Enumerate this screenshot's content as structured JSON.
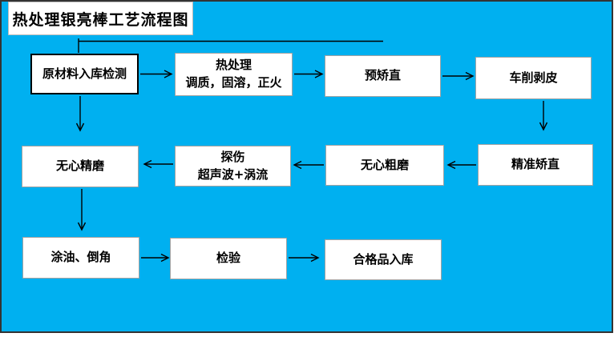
{
  "title": "热处理银亮棒工艺流程图",
  "nodes": {
    "raw_material": "原材料入库检测",
    "heat_treatment": "热处理\n调质，固溶，正火",
    "pre_straightening": "预矫直",
    "turning_peeling": "车削剥皮",
    "precise_straightening": "精准矫直",
    "centerless_rough_grinding": "无心粗磨",
    "flaw_detection": "探伤\n超声波+涡流",
    "centerless_fine_grinding": "无心精磨",
    "oiling_chamfering": "涂油、倒角",
    "inspection": "检验",
    "qualified_storage": "合格品入库"
  },
  "colors": {
    "slide_background": "#00B0F0",
    "node_fill": "#FFFFFF",
    "node_border": "#A3A3A3",
    "start_node_border": "#000000",
    "connector": "#000000",
    "slide_frame": "#333333",
    "text": "#000000"
  }
}
